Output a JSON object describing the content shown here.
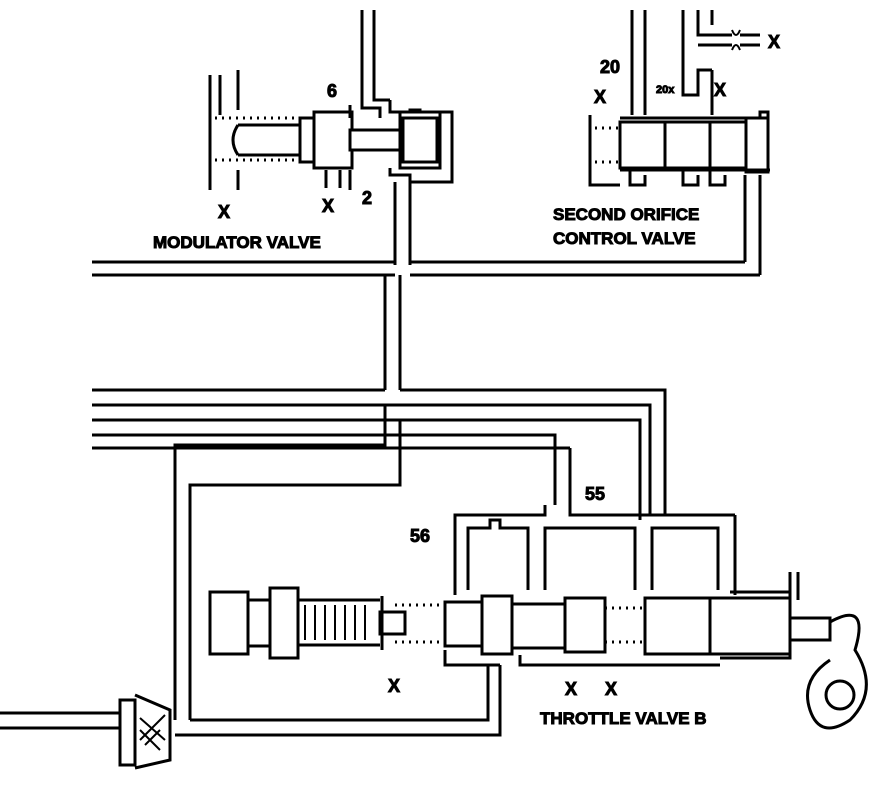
{
  "labels": {
    "modulator_valve": "MODULATOR VALVE",
    "second_orifice_line1": "SECOND ORIFICE",
    "second_orifice_line2": "CONTROL VALVE",
    "throttle_valve_b": "THROTTLE VALVE B",
    "port_6": "6",
    "port_2": "2",
    "port_20": "20",
    "port_20x": "20x",
    "port_55": "55",
    "port_56": "56",
    "exhaust": "X"
  }
}
